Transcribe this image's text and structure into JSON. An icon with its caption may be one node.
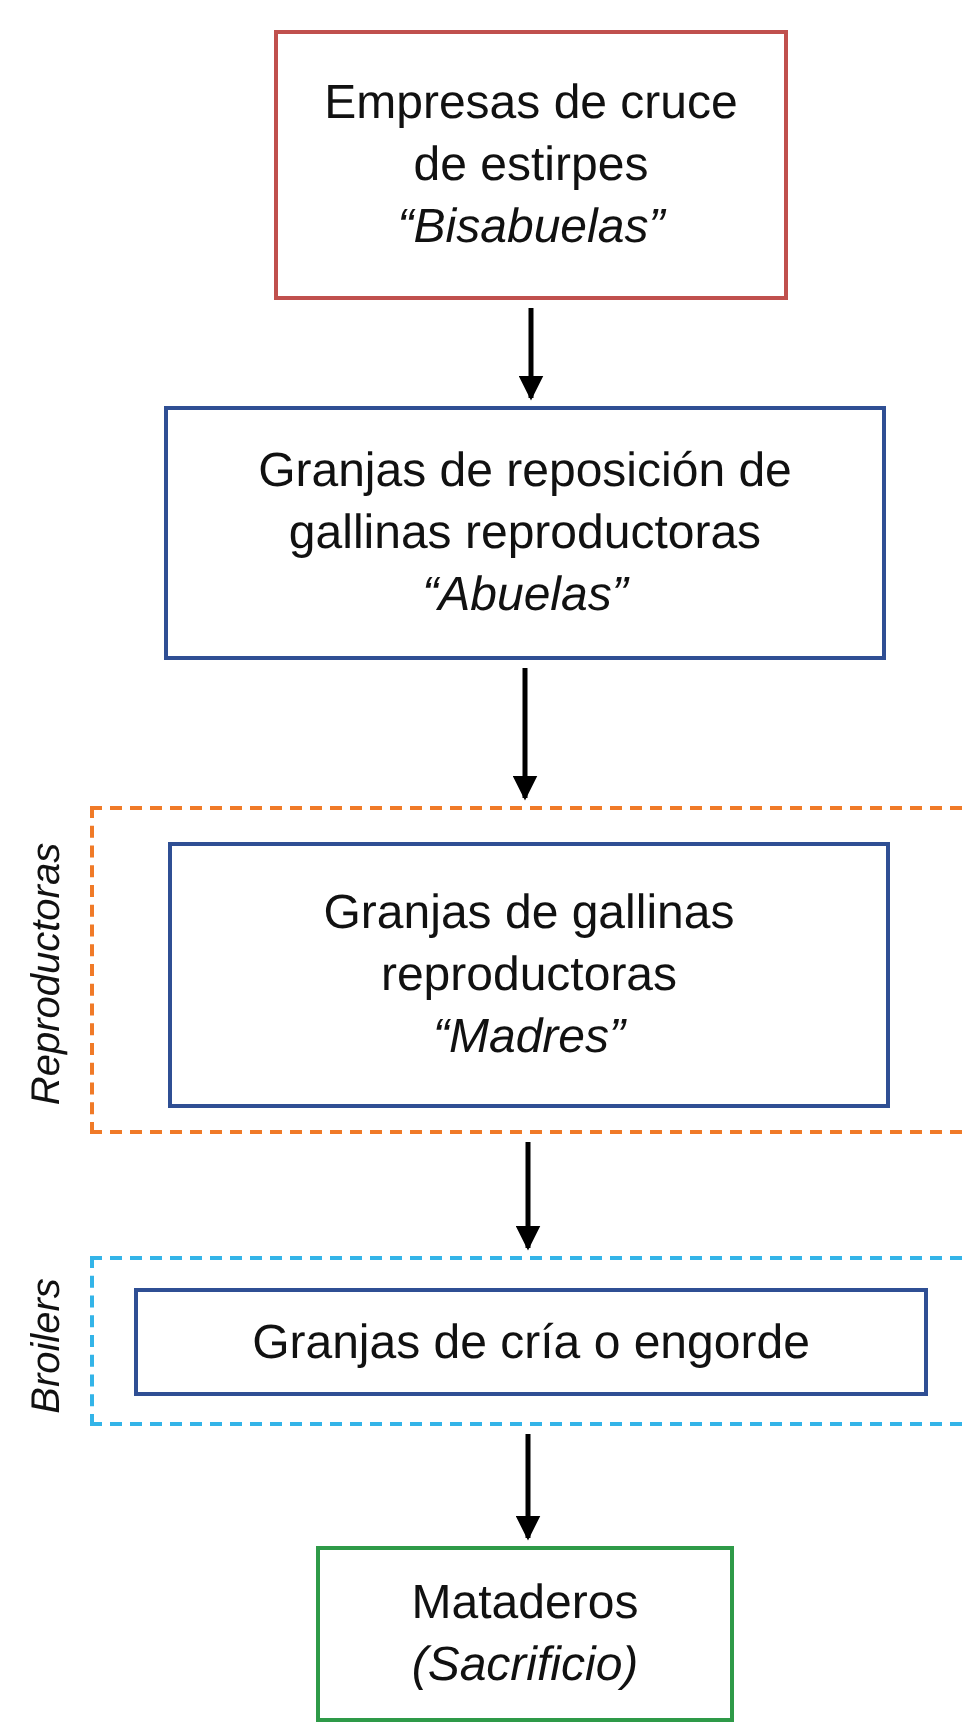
{
  "diagram": {
    "nodes": [
      {
        "text": [
          "Empresas de cruce de estirpes",
          "“Bisabuelas”"
        ]
      },
      {
        "text": [
          "Granjas de reposición de gallinas reproductoras",
          "“Abuelas”"
        ]
      },
      {
        "text": [
          "Reproductoras"
        ]
      },
      {
        "text": [
          "Granjas de gallinas reproductoras",
          "“Madres”"
        ],
        "in": 2
      },
      {
        "text": [
          "Broilers"
        ]
      },
      {
        "text": [
          "Granjas de cría o engorde"
        ],
        "in": 4
      },
      {
        "text": [
          "Mataderos",
          "(Sacrificio)"
        ]
      }
    ],
    "edges": [
      {
        "from": 0,
        "to": 1,
        "arrow": "to"
      },
      {
        "from": 1,
        "to": 2,
        "arrow": "to"
      },
      {
        "from": 2,
        "to": 4,
        "arrow": "to"
      },
      {
        "from": 4,
        "to": 6,
        "arrow": "to"
      }
    ]
  }
}
